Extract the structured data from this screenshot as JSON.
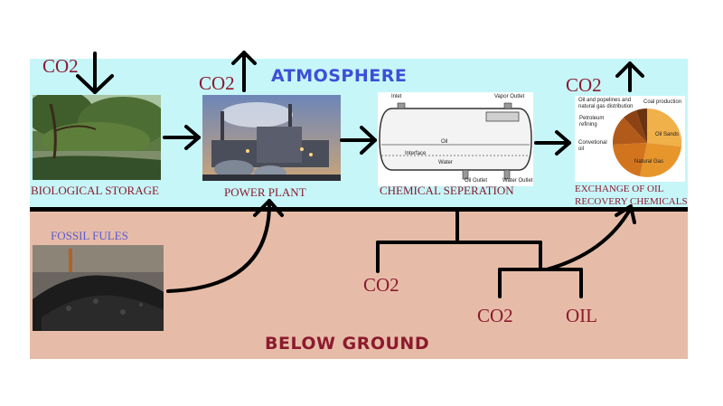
{
  "title_atmosphere": "ATMOSPHERE",
  "title_below_ground": "BELOW GROUND",
  "labels": {
    "biological_storage": "BIOLOGICAL STORAGE",
    "power_plant": "POWER PLANT",
    "chemical_separation": "CHEMICAL SEPERATION",
    "exchange_line1": "EXCHANGE OF OIL",
    "exchange_line2": "RECOVERY CHEMICALS",
    "fossil_fuels": "FOSSIL FULES",
    "co2": "CO2",
    "oil": "OIL"
  },
  "separator_labels": {
    "inlet": "Inlet",
    "vapor_outlet": "Vapor Outlet",
    "oil": "Oil",
    "interface": "Interface",
    "water": "Water",
    "oil_outlet": "Oil Outlet",
    "water_outlet": "Water Outlet"
  },
  "pie_labels": {
    "pipelines": "Oil and popelines and natural gas distribution",
    "coal": "Coal production",
    "refining": "Petroleum refining",
    "conventional": "Convetional oil",
    "oil_sands": "Oil Sands",
    "natural_gas": "Natural Gas"
  },
  "colors": {
    "atmosphere": "#c6f6f8",
    "ground": "#e6bca8",
    "label_red": "#8c1a2e",
    "title_blue": "#3d4fd6",
    "fossil_blue": "#5a5ad0"
  }
}
